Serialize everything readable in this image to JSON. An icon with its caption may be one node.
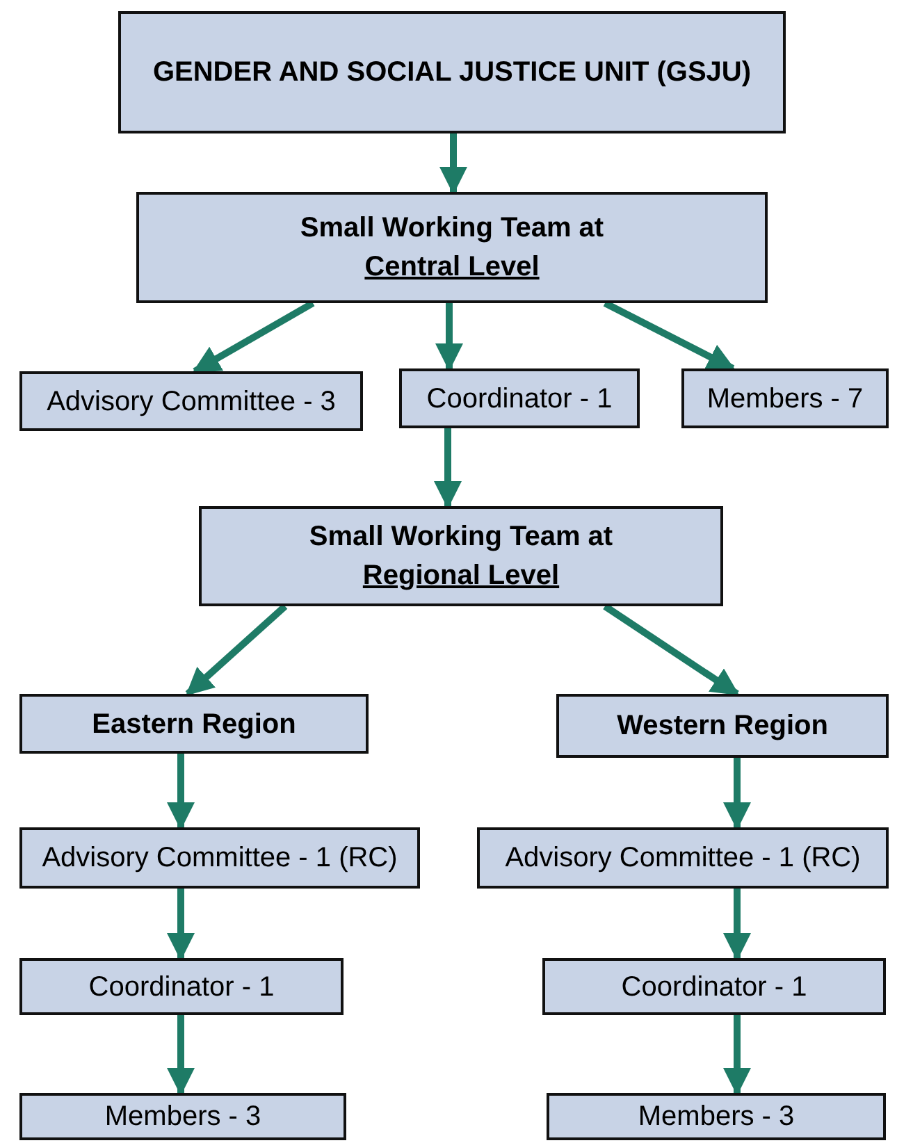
{
  "diagram": {
    "nodes": [
      {
        "text": [
          "GENDER AND SOCIAL JUSTICE UNIT (GSJU)"
        ]
      },
      {
        "text": [
          "Small Working Team at",
          "Central Level"
        ]
      },
      {
        "text": [
          "Advisory Committee - 3"
        ]
      },
      {
        "text": [
          "Coordinator - 1"
        ]
      },
      {
        "text": [
          "Members - 7"
        ]
      },
      {
        "text": [
          "Small Working Team at",
          "Regional Level"
        ]
      },
      {
        "text": [
          "Eastern Region"
        ]
      },
      {
        "text": [
          "Western Region"
        ]
      },
      {
        "text": [
          "Advisory Committee - 1 (RC)"
        ]
      },
      {
        "text": [
          "Advisory Committee - 1 (RC)"
        ]
      },
      {
        "text": [
          "Coordinator - 1"
        ]
      },
      {
        "text": [
          "Coordinator - 1"
        ]
      },
      {
        "text": [
          "Members - 3"
        ]
      },
      {
        "text": [
          "Members - 3"
        ]
      }
    ],
    "edges": [
      {
        "from": 0,
        "to": 1,
        "arrow": "to"
      },
      {
        "from": 1,
        "to": 2,
        "arrow": "to"
      },
      {
        "from": 1,
        "to": 3,
        "arrow": "to"
      },
      {
        "from": 1,
        "to": 4,
        "arrow": "to"
      },
      {
        "from": 3,
        "to": 5,
        "arrow": "to"
      },
      {
        "from": 5,
        "to": 6,
        "arrow": "to"
      },
      {
        "from": 5,
        "to": 7,
        "arrow": "to"
      },
      {
        "from": 6,
        "to": 8,
        "arrow": "to"
      },
      {
        "from": 8,
        "to": 10,
        "arrow": "to"
      },
      {
        "from": 10,
        "to": 12,
        "arrow": "to"
      },
      {
        "from": 7,
        "to": 9,
        "arrow": "to"
      },
      {
        "from": 9,
        "to": 11,
        "arrow": "to"
      },
      {
        "from": 11,
        "to": 13,
        "arrow": "to"
      }
    ]
  }
}
